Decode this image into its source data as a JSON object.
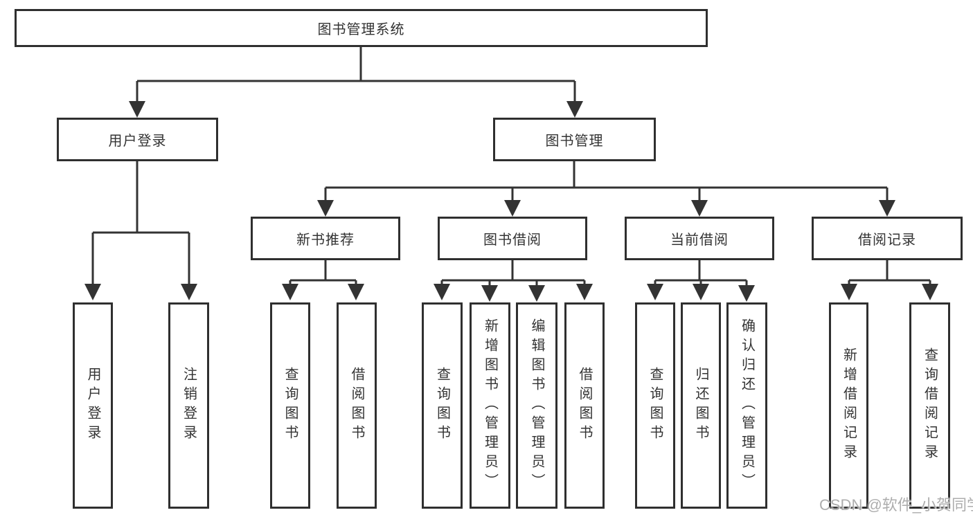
{
  "diagram": {
    "root": "图书管理系统",
    "user_login": {
      "label": "用户登录",
      "children": {
        "login": "用户登录",
        "logout": "注销登录"
      }
    },
    "book_mgmt": {
      "label": "图书管理",
      "groups": {
        "new_books": {
          "label": "新书推荐",
          "children": {
            "query": "查询图书",
            "borrow": "借阅图书"
          }
        },
        "borrowing": {
          "label": "图书借阅",
          "children": {
            "query": "查询图书",
            "add": "新增图书（管理员）",
            "edit": "编辑图书（管理员）",
            "borrow": "借阅图书"
          }
        },
        "current": {
          "label": "当前借阅",
          "children": {
            "query": "查询图书",
            "return": "归还图书",
            "confirm": "确认归还（管理员）"
          }
        },
        "records": {
          "label": "借阅记录",
          "children": {
            "add": "新增借阅记录",
            "query": "查询借阅记录"
          }
        }
      }
    }
  },
  "watermark": "CSDN @软件_小贺同学",
  "colors": {
    "line": "#333333",
    "border": "#2f2f2f",
    "text": "#333333",
    "watermark": "#a9a9a9",
    "background": "#ffffff"
  }
}
